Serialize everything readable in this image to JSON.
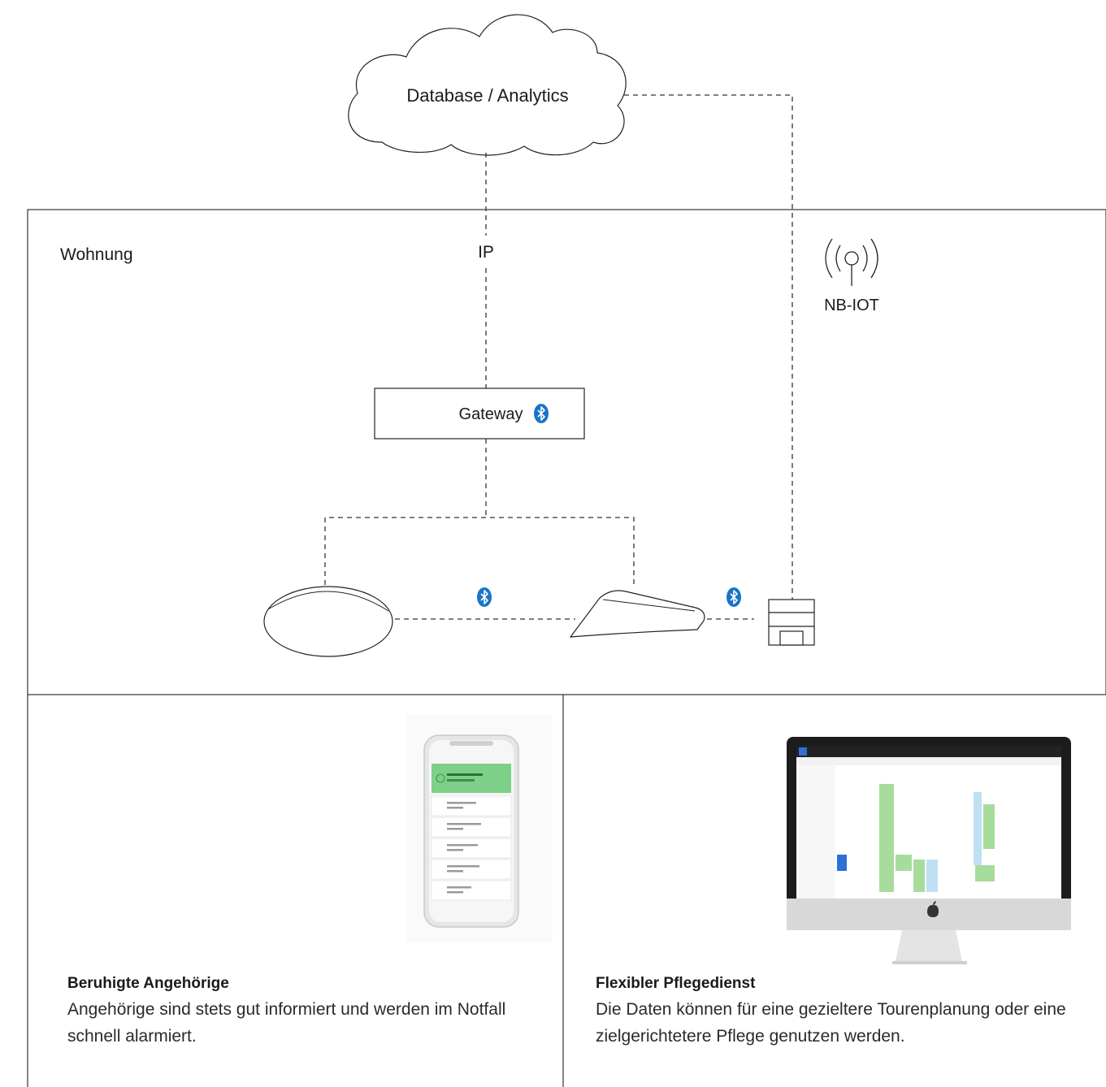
{
  "cloud": {
    "label": "Database / Analytics"
  },
  "home": {
    "label": "Wohnung"
  },
  "links": {
    "ip": "IP",
    "nbiot": "NB-IOT"
  },
  "gateway": {
    "label": "Gateway"
  },
  "icons": {
    "bluetooth": "bluetooth-icon",
    "antenna": "antenna-icon",
    "smartphone": "smartphone-icon",
    "monitor": "monitor-icon"
  },
  "colors": {
    "bluetooth": "#1a73c8",
    "lines": "#333333"
  },
  "panels": [
    {
      "title": "Beruhigte Angehörige",
      "text": "Angehörige sind stets gut informiert und werden im Notfall schnell alarmiert."
    },
    {
      "title": "Flexibler Pflegedienst",
      "text": "Die Daten können für eine gezieltere Tourenplanung oder eine zielgerichtetere Pflege genutzen werden."
    }
  ]
}
